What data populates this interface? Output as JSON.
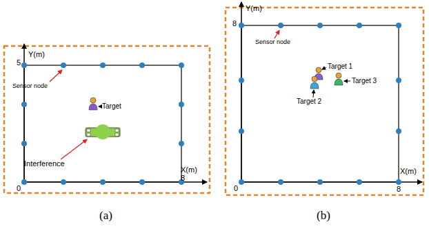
{
  "diagram": {
    "labels": [
      "Y(m)",
      "5",
      "Sensor node",
      "Target",
      "Interference",
      "0",
      "X(m)",
      "8",
      "(a)",
      "Y(m)",
      "8",
      "Sensor node",
      "Target 1",
      "Target 2",
      "Target 3",
      "0",
      "8",
      "X(m)",
      "(b)"
    ]
  }
}
